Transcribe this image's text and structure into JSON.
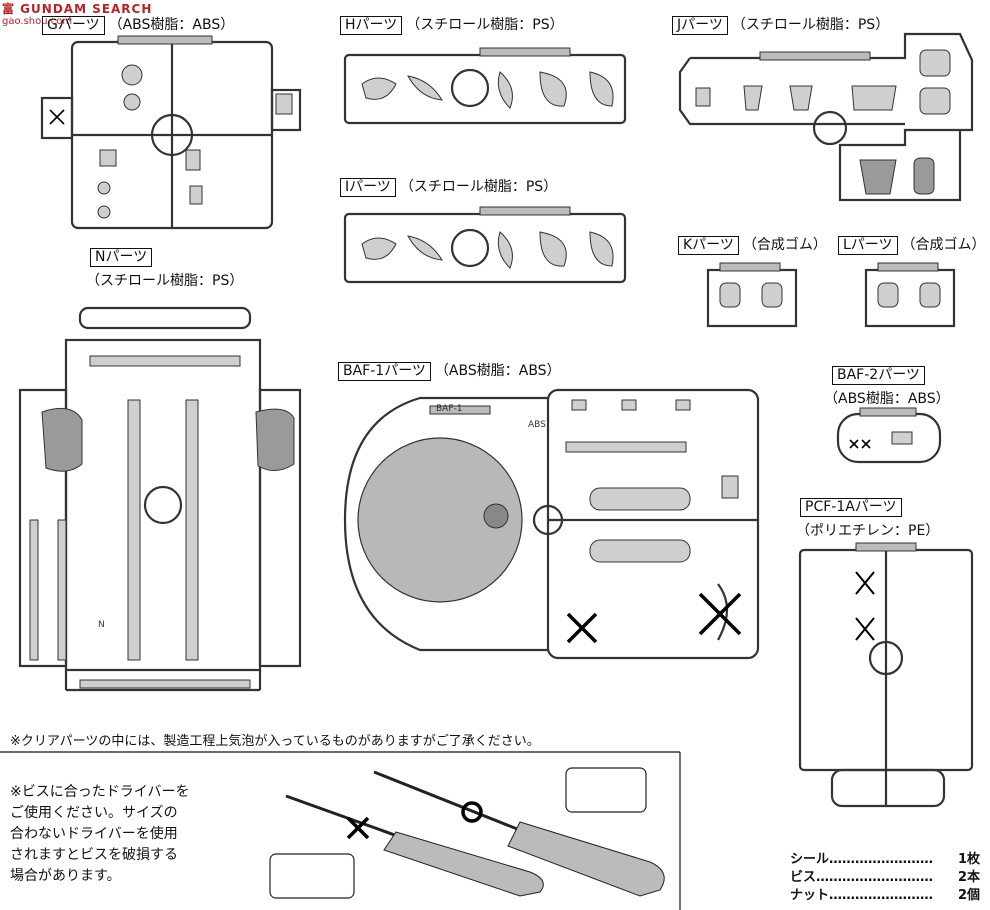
{
  "watermark": {
    "line1": "富 GUNDAM SEARCH",
    "line2": "gao.shou.com"
  },
  "sections": {
    "g": {
      "label": "Gパーツ",
      "material": "（ABS樹脂：ABS）"
    },
    "h": {
      "label": "Hパーツ",
      "material": "（スチロール樹脂：PS）"
    },
    "i": {
      "label": "Iパーツ",
      "material": "（スチロール樹脂：PS）"
    },
    "j": {
      "label": "Jパーツ",
      "material": "（スチロール樹脂：PS）"
    },
    "k": {
      "label": "Kパーツ",
      "material": "（合成ゴム）"
    },
    "l": {
      "label": "Lパーツ",
      "material": "（合成ゴム）"
    },
    "n": {
      "label": "Nパーツ",
      "material": "（スチロール樹脂：PS）"
    },
    "baf1": {
      "label": "BAF-1パーツ",
      "material": "（ABS樹脂：ABS）"
    },
    "baf2": {
      "label": "BAF-2パーツ",
      "material": "（ABS樹脂：ABS）"
    },
    "pcf1a": {
      "label": "PCF-1Aパーツ",
      "material": "（ポリエチレン：PE）"
    }
  },
  "notes": {
    "clear_parts": "※クリアパーツの中には、製造工程上気泡が入っているものがありますがご了承ください。",
    "screwdriver": [
      "※ビスに合ったドライバーを",
      "ご使用ください。サイズの",
      "合わないドライバーを使用",
      "されますとビスを破損する",
      "場合があります。"
    ]
  },
  "inventory": [
    {
      "item": "シール",
      "dots": "……………………",
      "qty": "1枚"
    },
    {
      "item": "ビス",
      "dots": "………………………",
      "qty": "2本"
    },
    {
      "item": "ナット",
      "dots": "……………………",
      "qty": "2個"
    }
  ],
  "sprue_marks": {
    "baf1": "BAF-1",
    "abs": "ABS",
    "n": "N"
  }
}
